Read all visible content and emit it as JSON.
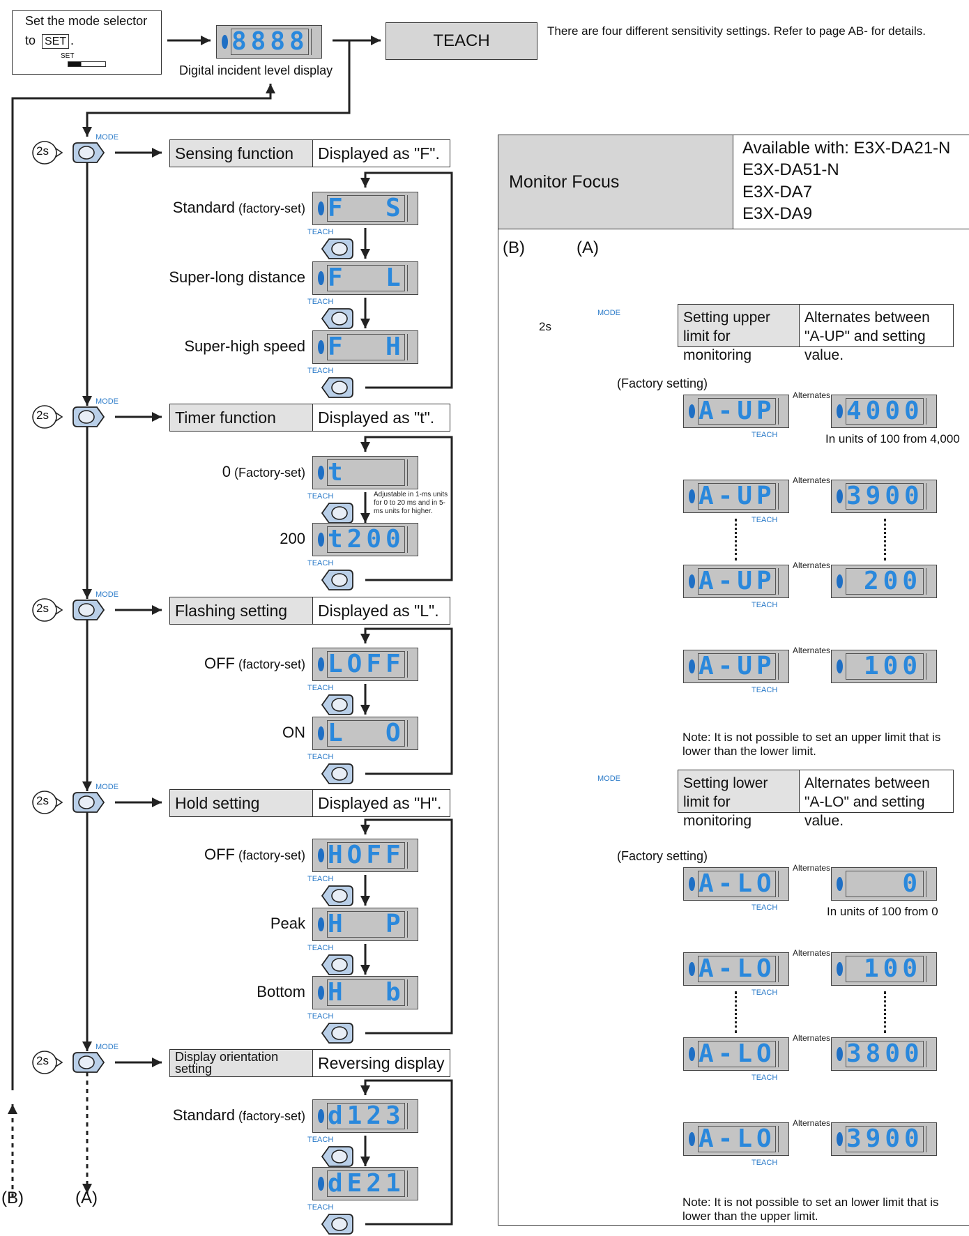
{
  "top": {
    "instruction_line1": "Set the mode selector",
    "instruction_to": "to",
    "instruction_set": "SET",
    "instruction_period": ".",
    "switch_label": "SET",
    "incident_display_value": "8888",
    "incident_display_label": "Digital incident level display",
    "teach_box": "TEACH",
    "sensitivity_note": "There are four different sensitivity settings. Refer to page AB- for details."
  },
  "labels": {
    "mode": "MODE",
    "teach": "TEACH",
    "two_s": "2s",
    "alternates": "Alternates",
    "a_ref": "(A)",
    "b_ref": "(B)",
    "factory_setting": "(Factory setting)"
  },
  "left_groups": [
    {
      "title": "Sensing function",
      "desc": "Displayed as \"F\".",
      "options": [
        {
          "main": "Standard",
          "sub": " (factory-set)",
          "display": "F  St"
        },
        {
          "main": "Super-long distance",
          "sub": "",
          "display": "F  Ld"
        },
        {
          "main": "Super-high speed",
          "sub": "",
          "display": "F  HS"
        }
      ]
    },
    {
      "title": "Timer function",
      "desc": "Displayed as \"t\".",
      "note": "Adjustable in 1-ms units for 0 to 20 ms and in 5-ms units for higher.",
      "options": [
        {
          "main": "0",
          "sub": " (Factory-set)",
          "display": "t   0"
        },
        {
          "main": "200",
          "sub": "",
          "display": "t200"
        }
      ]
    },
    {
      "title": "Flashing setting",
      "desc": "Displayed as \"L\".",
      "options": [
        {
          "main": "OFF",
          "sub": " (factory-set)",
          "display": "LOFF"
        },
        {
          "main": "ON",
          "sub": "",
          "display": "L  On"
        }
      ]
    },
    {
      "title": "Hold setting",
      "desc": "Displayed as \"H\".",
      "options": [
        {
          "main": "OFF",
          "sub": " (factory-set)",
          "display": "HOFF"
        },
        {
          "main": "Peak",
          "sub": "",
          "display": "H  PE"
        },
        {
          "main": "Bottom",
          "sub": "",
          "display": "H  bO"
        }
      ]
    },
    {
      "title": "Display orientation setting",
      "desc": "Reversing display",
      "options": [
        {
          "main": "Standard",
          "sub": " (factory-set)",
          "display": "d123"
        },
        {
          "main": "",
          "sub": "",
          "display": "dE21"
        }
      ]
    }
  ],
  "monitor": {
    "title": "Monitor Focus",
    "available_line1": "Available with: E3X-DA21-N",
    "available_line2": "E3X-DA51-N",
    "available_line3": "E3X-DA7",
    "available_line4": "E3X-DA9",
    "upper": {
      "title": "Setting upper limit for monitoring",
      "desc": "Alternates between \"A-UP\" and setting value.",
      "units_note": "In units of 100 from 4,000",
      "code": "A-UP",
      "values": [
        "4000",
        "3900",
        "200",
        "100"
      ],
      "note": "Note: It is not possible to set an upper limit that is lower than the lower limit."
    },
    "lower": {
      "title": "Setting lower limit for monitoring",
      "desc": "Alternates between \"A-LO\" and setting value.",
      "units_note": "In units of 100 from 0",
      "code": "A-LO",
      "values": [
        "0",
        "100",
        "3800",
        "3900"
      ],
      "note": "Note: It is not possible to set an lower limit that is lower than the upper limit."
    }
  }
}
